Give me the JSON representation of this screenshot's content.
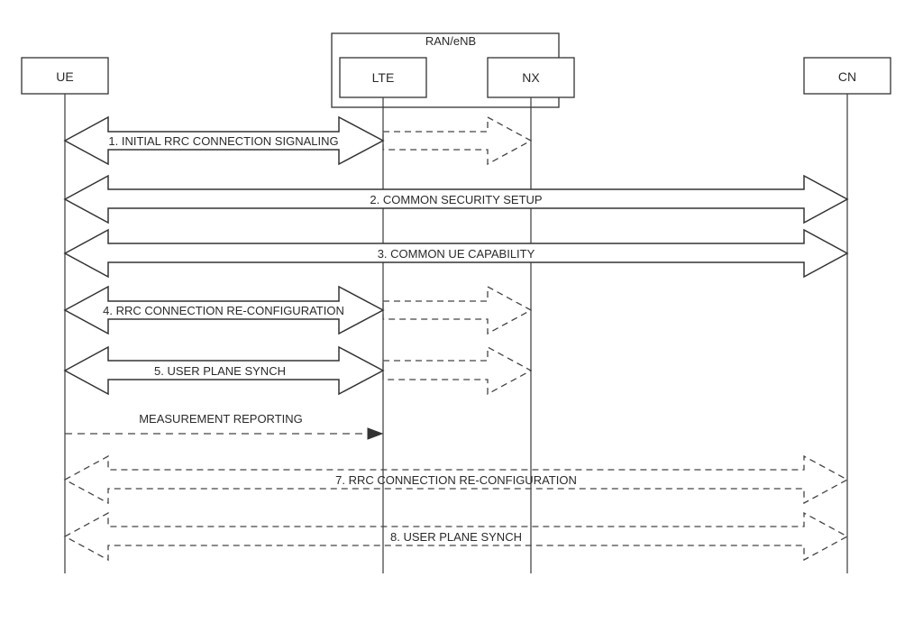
{
  "group": {
    "label": "RAN/eNB"
  },
  "nodes": [
    {
      "id": "ue",
      "label": "UE"
    },
    {
      "id": "lte",
      "label": "LTE"
    },
    {
      "id": "nx",
      "label": "NX"
    },
    {
      "id": "cn",
      "label": "CN"
    }
  ],
  "messages": [
    {
      "id": "m1",
      "label": "1. INITIAL RRC CONNECTION SIGNALING"
    },
    {
      "id": "m2",
      "label": "2. COMMON SECURITY SETUP"
    },
    {
      "id": "m3",
      "label": "3. COMMON UE CAPABILITY"
    },
    {
      "id": "m4",
      "label": "4. RRC CONNECTION RE-CONFIGURATION"
    },
    {
      "id": "m5",
      "label": "5. USER PLANE SYNCH"
    },
    {
      "id": "m6",
      "label": "MEASUREMENT REPORTING"
    },
    {
      "id": "m7",
      "label": "7. RRC CONNECTION RE-CONFIGURATION"
    },
    {
      "id": "m8",
      "label": "8. USER PLANE SYNCH"
    }
  ],
  "colors": {
    "line": "#333333",
    "text": "#2a2a2a",
    "background": "#ffffff"
  }
}
